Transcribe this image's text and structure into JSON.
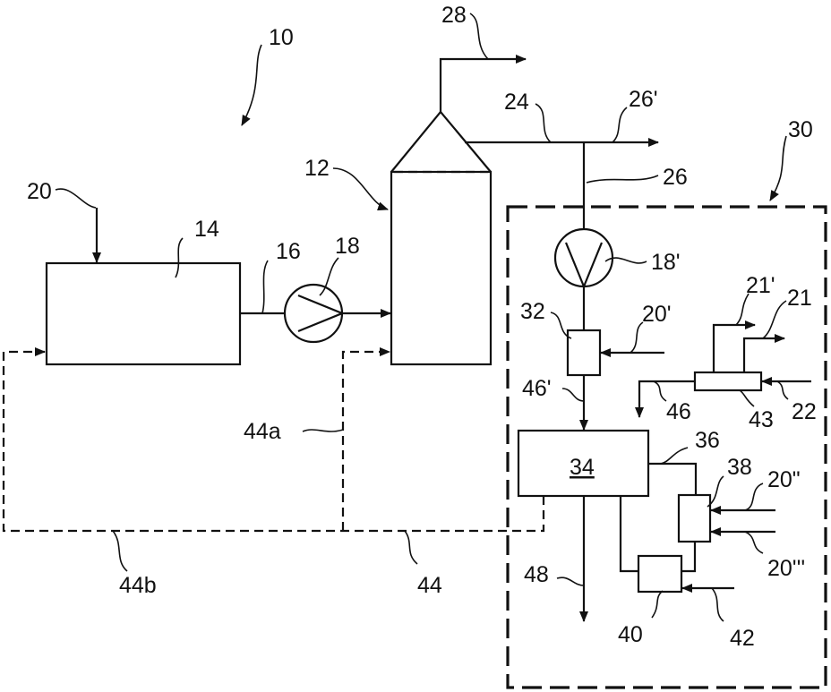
{
  "labels": {
    "system": "10",
    "reactor": "12",
    "vessel": "14",
    "line16": "16",
    "pump18": "18",
    "pump18p": "18'",
    "feed20": "20",
    "feed20p": "20'",
    "feed20pp": "20\"",
    "feed20ppp": "20'''",
    "stream21": "21",
    "stream21p": "21'",
    "stream22": "22",
    "line24": "24",
    "line26": "26",
    "line26p": "26'",
    "line28": "28",
    "subsystem": "30",
    "unit32": "32",
    "unit34": "34",
    "line36": "36",
    "unit38": "38",
    "unit40": "40",
    "line42": "42",
    "unit43": "43",
    "line44": "44",
    "line44a": "44a",
    "line44b": "44b",
    "line46": "46",
    "line46p": "46'",
    "line48": "48"
  }
}
